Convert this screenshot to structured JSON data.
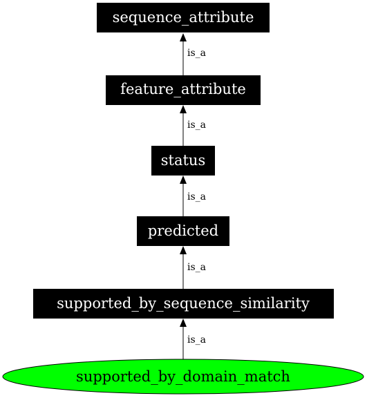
{
  "colors": {
    "box_fill": "#000000",
    "box_text": "#ffffff",
    "ellipse_fill": "#00ff00",
    "ellipse_stroke": "#000000",
    "ellipse_text": "#000000",
    "edge": "#000000"
  },
  "nodes": [
    {
      "id": "sequence_attribute",
      "label": "sequence_attribute",
      "shape": "box"
    },
    {
      "id": "feature_attribute",
      "label": "feature_attribute",
      "shape": "box"
    },
    {
      "id": "status",
      "label": "status",
      "shape": "box"
    },
    {
      "id": "predicted",
      "label": "predicted",
      "shape": "box"
    },
    {
      "id": "supported_by_sequence_similarity",
      "label": "supported_by_sequence_similarity",
      "shape": "box"
    },
    {
      "id": "supported_by_domain_match",
      "label": "supported_by_domain_match",
      "shape": "ellipse"
    }
  ],
  "edges": [
    {
      "from": "feature_attribute",
      "to": "sequence_attribute",
      "label": "is_a"
    },
    {
      "from": "status",
      "to": "feature_attribute",
      "label": "is_a"
    },
    {
      "from": "predicted",
      "to": "status",
      "label": "is_a"
    },
    {
      "from": "supported_by_sequence_similarity",
      "to": "predicted",
      "label": "is_a"
    },
    {
      "from": "supported_by_domain_match",
      "to": "supported_by_sequence_similarity",
      "label": "is_a"
    }
  ]
}
